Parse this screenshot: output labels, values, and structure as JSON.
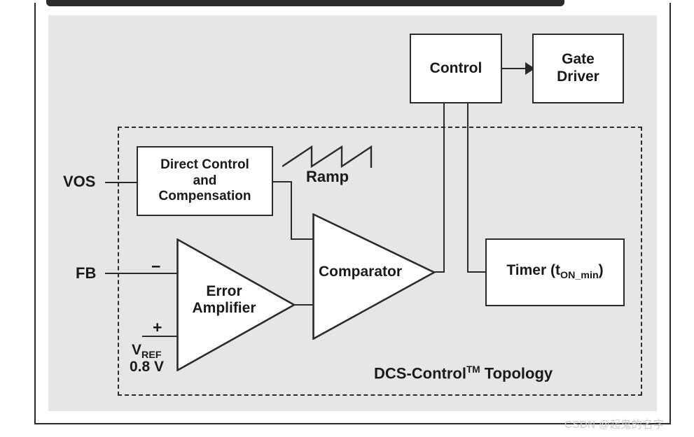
{
  "diagram": {
    "title": "DCS-Control Topology block diagram",
    "region_label": {
      "text_before": "DCS-Control",
      "superscript": "TM",
      "text_after": " Topology"
    },
    "blocks": [
      {
        "id": "control",
        "label": "Control"
      },
      {
        "id": "gate-driver",
        "label": "Gate\nDriver",
        "line1": "Gate",
        "line2": "Driver"
      },
      {
        "id": "direct-control",
        "label": "Direct Control and Compensation",
        "line1": "Direct Control",
        "line2": "and",
        "line3": "Compensation"
      },
      {
        "id": "timer",
        "label_before": "Timer (t",
        "label_sub": "ON_min",
        "label_after": ")"
      }
    ],
    "amplifiers": [
      {
        "id": "error-amplifier",
        "line1": "Error",
        "line2": "Amplifier"
      },
      {
        "id": "comparator",
        "line1": "Comparator"
      }
    ],
    "pins": [
      {
        "id": "vos",
        "label": "VOS"
      },
      {
        "id": "fb",
        "label": "FB"
      }
    ],
    "signs": {
      "minus": "−",
      "plus": "+"
    },
    "reference": {
      "symbol_main": "V",
      "symbol_sub": "REF",
      "value": "0.8 V"
    },
    "waveform": {
      "id": "ramp",
      "label": "Ramp",
      "shape": "sawtooth",
      "cycles": 3
    },
    "colors": {
      "plate_background": "#e5e6e8",
      "line": "#2b2b2e",
      "block_fill": "#ffffff",
      "text": "#1a1a1c",
      "watermark": "#c9cacd",
      "top_bar": "#2b2b2e"
    }
  },
  "watermark": {
    "text": "CSDN @起鬼的名字"
  }
}
